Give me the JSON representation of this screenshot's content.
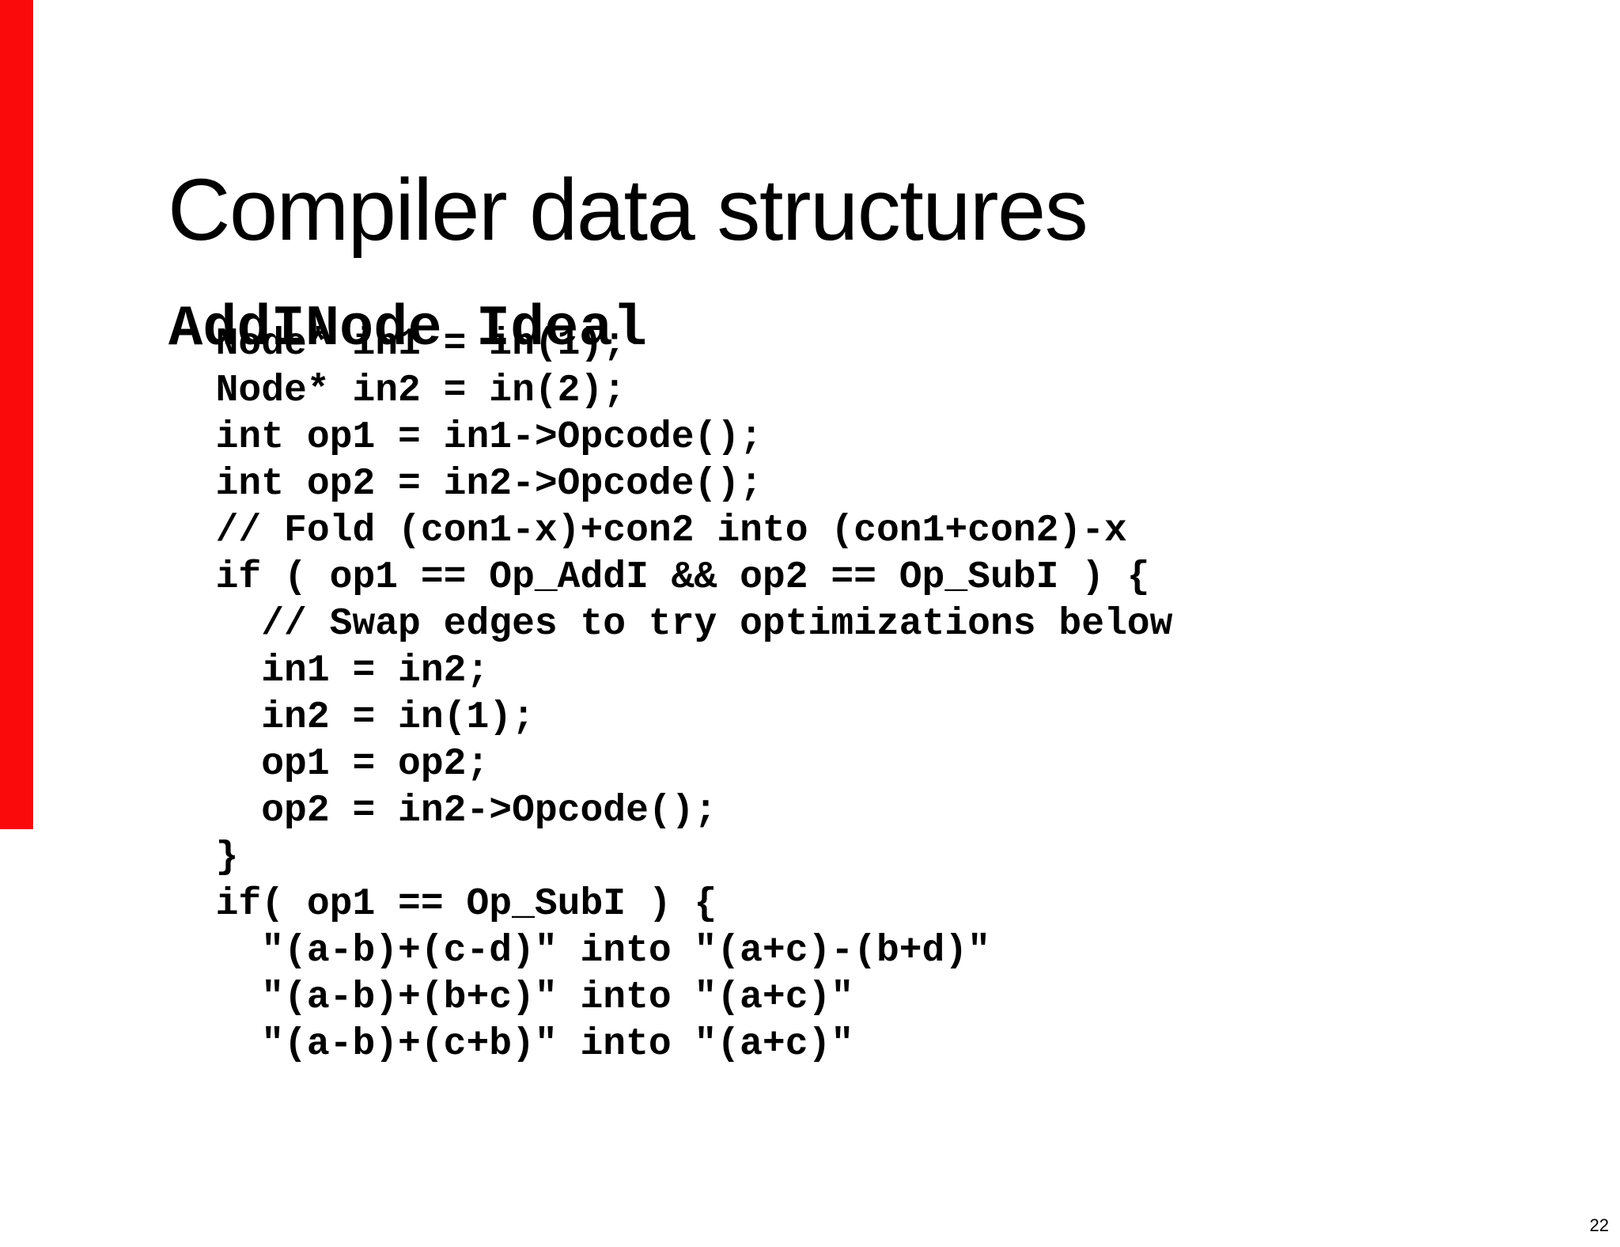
{
  "slide": {
    "title": "Compiler data structures",
    "heading": "AddINode Ideal",
    "code_lines": [
      "  Node* in1 = in(1);",
      "  Node* in2 = in(2);",
      "  int op1 = in1->Opcode();",
      "  int op2 = in2->Opcode();",
      "  // Fold (con1-x)+con2 into (con1+con2)-x",
      "  if ( op1 == Op_AddI && op2 == Op_SubI ) {",
      "    // Swap edges to try optimizations below",
      "    in1 = in2;",
      "    in2 = in(1);",
      "    op1 = op2;",
      "    op2 = in2->Opcode();",
      "  }",
      "  if( op1 == Op_SubI ) {",
      "    \"(a-b)+(c-d)\" into \"(a+c)-(b+d)\"",
      "    \"(a-b)+(b+c)\" into \"(a+c)\"",
      "    \"(a-b)+(c+b)\" into \"(a+c)\""
    ],
    "page_number": "22",
    "accent_color": "#fa0a0a",
    "text_color": "#000000",
    "background_color": "#ffffff"
  }
}
